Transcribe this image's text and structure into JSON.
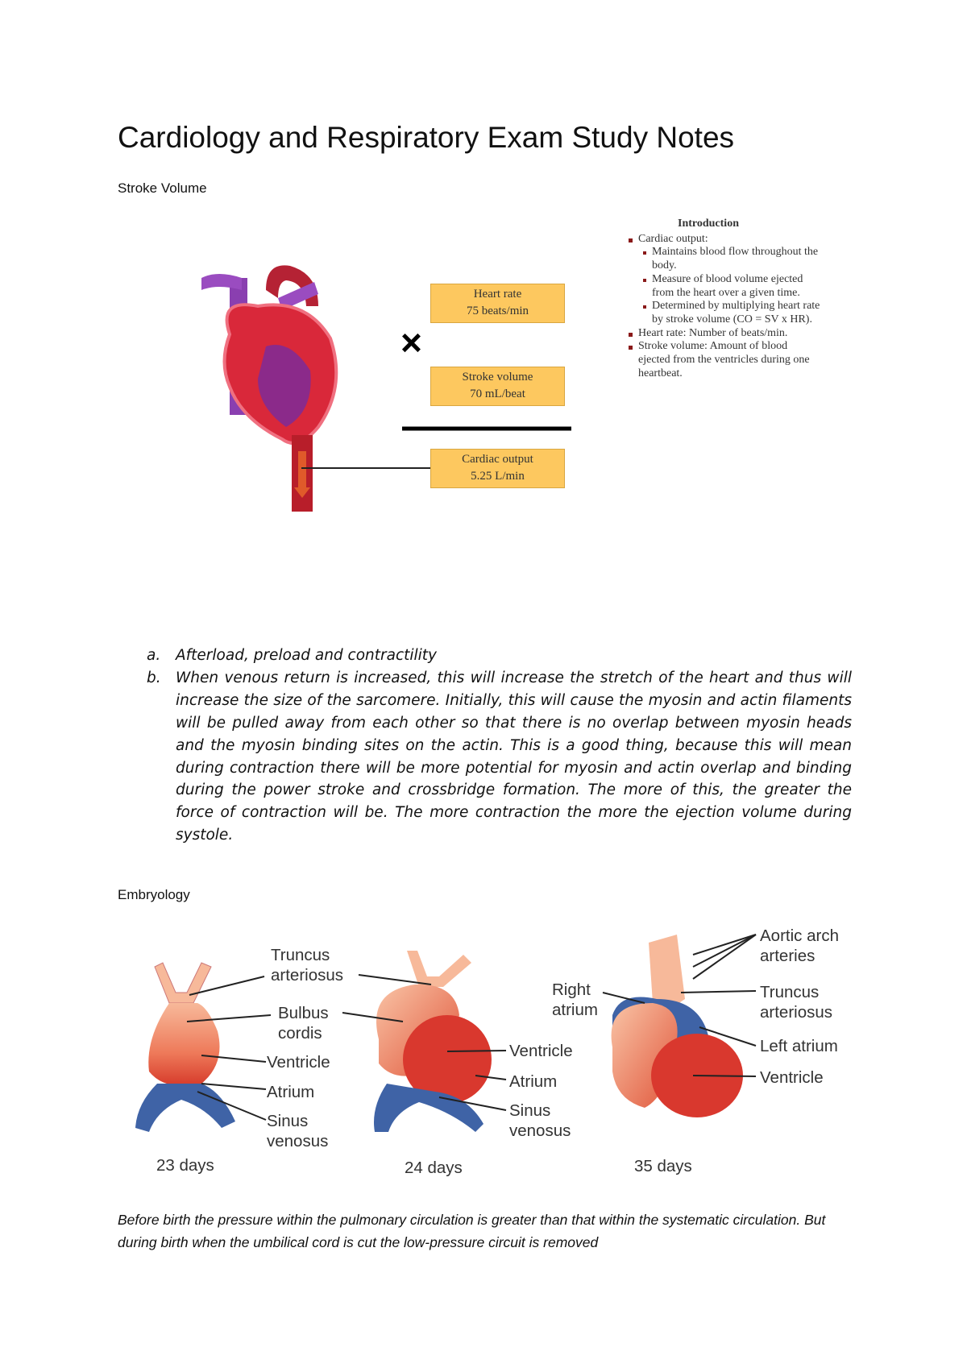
{
  "title": "Cardiology and Respiratory Exam Study Notes",
  "sections": {
    "stroke_volume": "Stroke Volume",
    "embryology": "Embryology"
  },
  "cardiac_figure": {
    "heart_rate": {
      "label": "Heart rate",
      "value": "75 beats/min"
    },
    "multiply_symbol": "×",
    "stroke_volume": {
      "label": "Stroke volume",
      "value": "70 mL/beat"
    },
    "cardiac_output": {
      "label": "Cardiac output",
      "value": "5.25 L/min"
    },
    "box_color": "#fdc85f"
  },
  "introduction": {
    "title": "Introduction",
    "items": [
      {
        "text": "Cardiac output:",
        "sub": [
          "Maintains blood flow throughout the body.",
          "Measure of blood volume ejected from the heart over a given time.",
          "Determined by multiplying heart rate by stroke volume (CO = SV x HR)."
        ]
      },
      {
        "text": "Heart rate: Number of beats/min."
      },
      {
        "text": "Stroke volume: Amount of blood ejected from the ventricles during one heartbeat."
      }
    ]
  },
  "list": [
    {
      "label": "a.",
      "text": "Afterload, preload and contractility"
    },
    {
      "label": "b.",
      "text": "When venous return is increased, this will increase the stretch of the heart and thus will increase the size of the sarcomere. Initially, this will cause the myosin and actin filaments will be pulled away from each other so that there is no overlap between myosin heads and the myosin binding sites on the actin. This is a good thing, because this will mean during contraction there will be more potential for myosin and actin overlap and binding during the power stroke and crossbridge formation. The more of this, the greater the force of contraction will be. The more contraction the more the ejection volume during systole."
    }
  ],
  "embryology_figure": {
    "stage1": {
      "days": "23 days",
      "labels": [
        "Truncus",
        "arteriosus",
        "Bulbus",
        "cordis",
        "Ventricle",
        "Atrium",
        "Sinus",
        "venosus"
      ]
    },
    "stage2": {
      "days": "24 days",
      "labels": [
        "Ventricle",
        "Atrium",
        "Sinus",
        "venosus"
      ]
    },
    "stage3": {
      "days": "35 days",
      "labels": [
        "Right",
        "atrium",
        "Aortic arch",
        "arteries",
        "Truncus",
        "arteriosus",
        "Left atrium",
        "Ventricle"
      ]
    }
  },
  "paragraph": "Before birth the pressure within the pulmonary circulation is greater than that within the systematic circulation. But during birth when the umbilical cord is cut the low-pressure circuit is removed"
}
